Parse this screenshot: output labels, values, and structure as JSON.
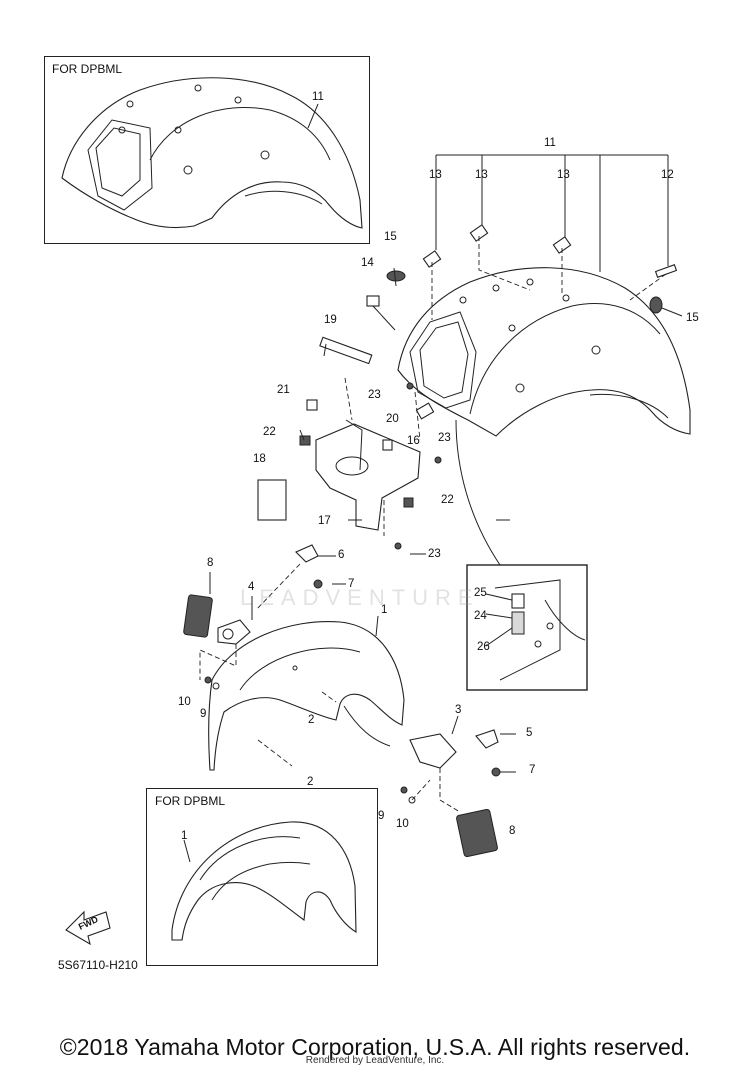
{
  "inset_labels": {
    "top": "FOR DPBML",
    "bottom": "FOR DPBML"
  },
  "callouts": {
    "c1_main": "1",
    "c1_inset": "1",
    "c2_a": "2",
    "c2_b": "2",
    "c3": "3",
    "c4": "4",
    "c5": "5",
    "c6": "6",
    "c7_a": "7",
    "c7_b": "7",
    "c8_a": "8",
    "c8_b": "8",
    "c9_a": "9",
    "c9_b": "9",
    "c10_a": "10",
    "c10_b": "10",
    "c11_inset": "11",
    "c11_main": "11",
    "c12": "12",
    "c13_a": "13",
    "c13_b": "13",
    "c13_c": "13",
    "c14": "14",
    "c15_a": "15",
    "c15_b": "15",
    "c16": "16",
    "c17": "17",
    "c18": "18",
    "c19": "19",
    "c20": "20",
    "c21": "21",
    "c22_a": "22",
    "c22_b": "22",
    "c23_a": "23",
    "c23_b": "23",
    "c23_c": "23",
    "c24": "24",
    "c25": "25",
    "c26": "26"
  },
  "fwd_label": "FWD",
  "diagram_code": "5S67110-H210",
  "copyright": "©2018 Yamaha Motor Corporation, U.S.A. All rights reserved.",
  "rendered_by": "Rendered by LeadVenture, Inc.",
  "watermark": "LEADVENTURE"
}
